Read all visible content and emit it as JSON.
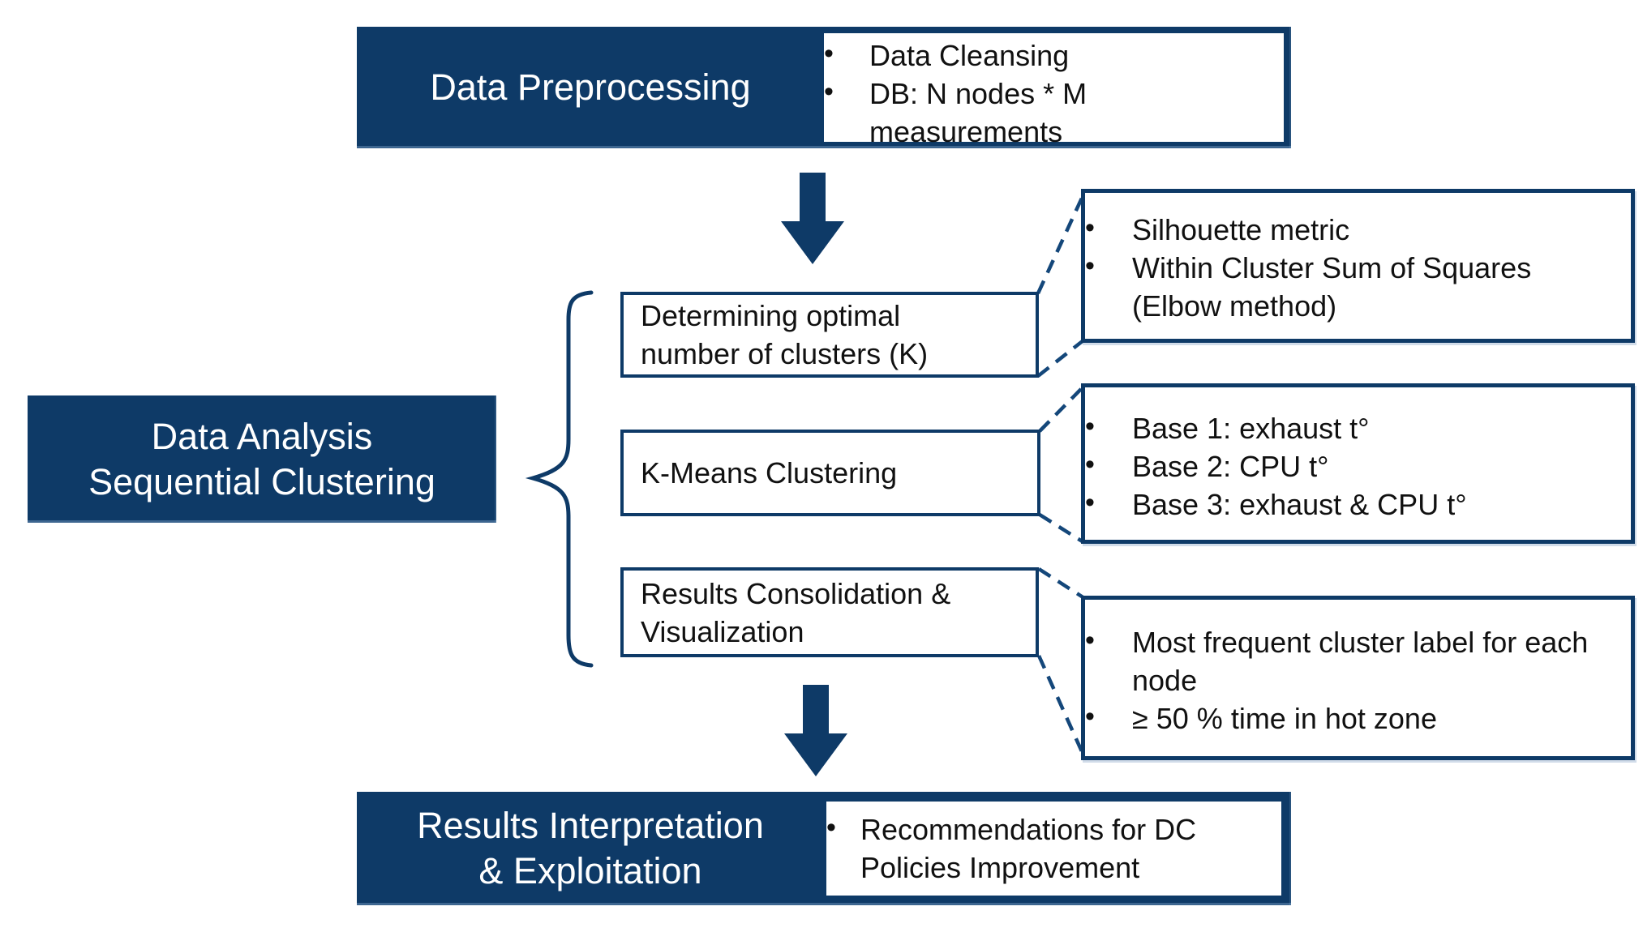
{
  "palette": {
    "navy_fill": "#0e3a67",
    "navy_border": "#0e3a67",
    "dash_line": "#14477a",
    "body_text": "#111111",
    "title_text": "#ffffff",
    "background": "#ffffff"
  },
  "preprocessing": {
    "title": "Data Preprocessing",
    "bullets": [
      "Data Cleansing",
      "DB: N nodes * M measurements"
    ]
  },
  "analysis": {
    "title_lines": [
      "Data Analysis",
      "Sequential Clustering"
    ],
    "steps": [
      {
        "label": "Determining optimal number of clusters (K)",
        "details": [
          "Silhouette metric",
          "Within Cluster Sum of Squares (Elbow method)"
        ]
      },
      {
        "label": "K-Means Clustering",
        "details": [
          "Base 1: exhaust t°",
          "Base 2: CPU t°",
          "Base 3: exhaust & CPU t°"
        ]
      },
      {
        "label": "Results Consolidation & Visualization",
        "details": [
          "Most frequent cluster label for each node",
          "≥ 50 % time in hot zone"
        ]
      }
    ]
  },
  "results": {
    "title_lines": [
      "Results Interpretation",
      "& Exploitation"
    ],
    "bullets": [
      "Recommendations for DC Policies Improvement"
    ]
  }
}
